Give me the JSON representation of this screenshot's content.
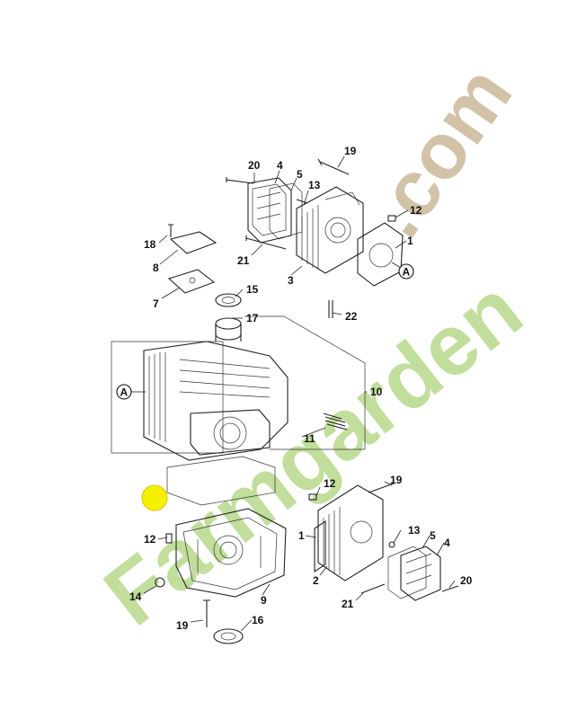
{
  "watermark": {
    "text_green": "Farmgarden",
    "text_dotcom": ".com",
    "green_color": "#b7d98b",
    "tan_color": "#c9b89a",
    "dot_color": "#f5f000"
  },
  "callouts": [
    {
      "id": "c20a",
      "text": "20"
    },
    {
      "id": "c4a",
      "text": "4"
    },
    {
      "id": "c5a",
      "text": "5"
    },
    {
      "id": "c13a",
      "text": "13"
    },
    {
      "id": "c19a",
      "text": "19"
    },
    {
      "id": "c12a",
      "text": "12"
    },
    {
      "id": "c1a",
      "text": "1"
    },
    {
      "id": "cAa",
      "text": "A"
    },
    {
      "id": "c18",
      "text": "18"
    },
    {
      "id": "c8",
      "text": "8"
    },
    {
      "id": "c21a",
      "text": "21"
    },
    {
      "id": "c3",
      "text": "3"
    },
    {
      "id": "c22",
      "text": "22"
    },
    {
      "id": "c7",
      "text": "7"
    },
    {
      "id": "c15",
      "text": "15"
    },
    {
      "id": "c17",
      "text": "17"
    },
    {
      "id": "cAb",
      "text": "A"
    },
    {
      "id": "c10",
      "text": "10"
    },
    {
      "id": "c11",
      "text": "11"
    },
    {
      "id": "c12b",
      "text": "12"
    },
    {
      "id": "c19b",
      "text": "19"
    },
    {
      "id": "c1b",
      "text": "1"
    },
    {
      "id": "c2",
      "text": "2"
    },
    {
      "id": "c13b",
      "text": "13"
    },
    {
      "id": "c5b",
      "text": "5"
    },
    {
      "id": "c4b",
      "text": "4"
    },
    {
      "id": "c20b",
      "text": "20"
    },
    {
      "id": "c21b",
      "text": "21"
    },
    {
      "id": "c12c",
      "text": "12"
    },
    {
      "id": "c14",
      "text": "14"
    },
    {
      "id": "c9",
      "text": "9"
    },
    {
      "id": "c19c",
      "text": "19"
    },
    {
      "id": "c16",
      "text": "16"
    }
  ]
}
